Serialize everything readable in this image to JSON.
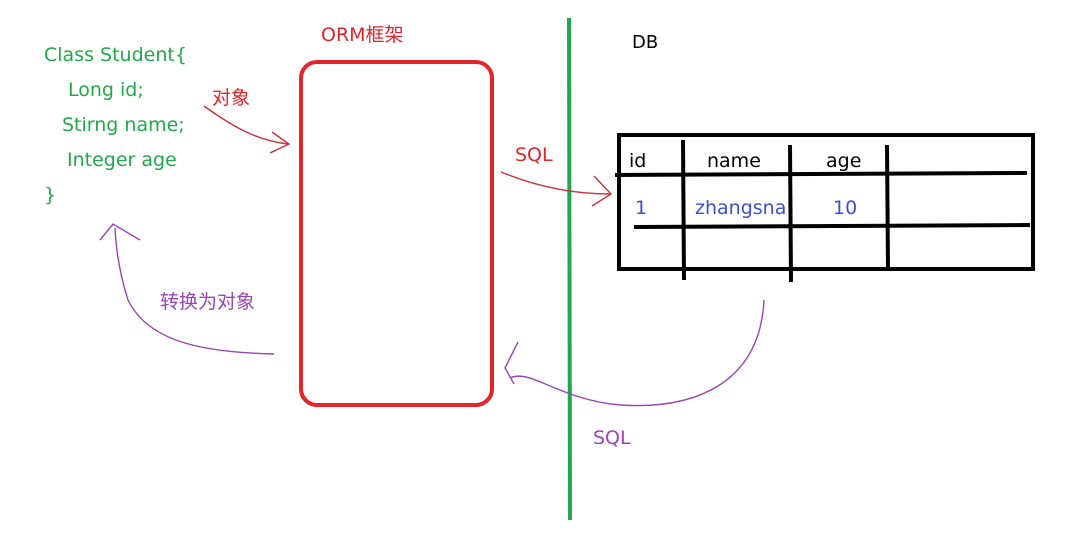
{
  "code": {
    "lines": [
      "Class Student{",
      "Long id;",
      "Stirng name;",
      "Integer age",
      "}"
    ]
  },
  "orm": {
    "title": "ORM框架"
  },
  "arrows": {
    "to_orm_label": "对象",
    "to_db_label": "SQL",
    "from_db_label": "SQL",
    "to_object_label": "转换为对象"
  },
  "db": {
    "title": "DB",
    "headers": [
      "id",
      "name",
      "age"
    ],
    "rows": [
      [
        "1",
        "zhangsna",
        "10"
      ]
    ]
  },
  "colors": {
    "code": "#22a84a",
    "orm": "#e0252b",
    "divider": "#22a84a",
    "return_arrow": "#9b44b4",
    "table_values": "#3a4fd0",
    "table_lines": "#000000"
  }
}
